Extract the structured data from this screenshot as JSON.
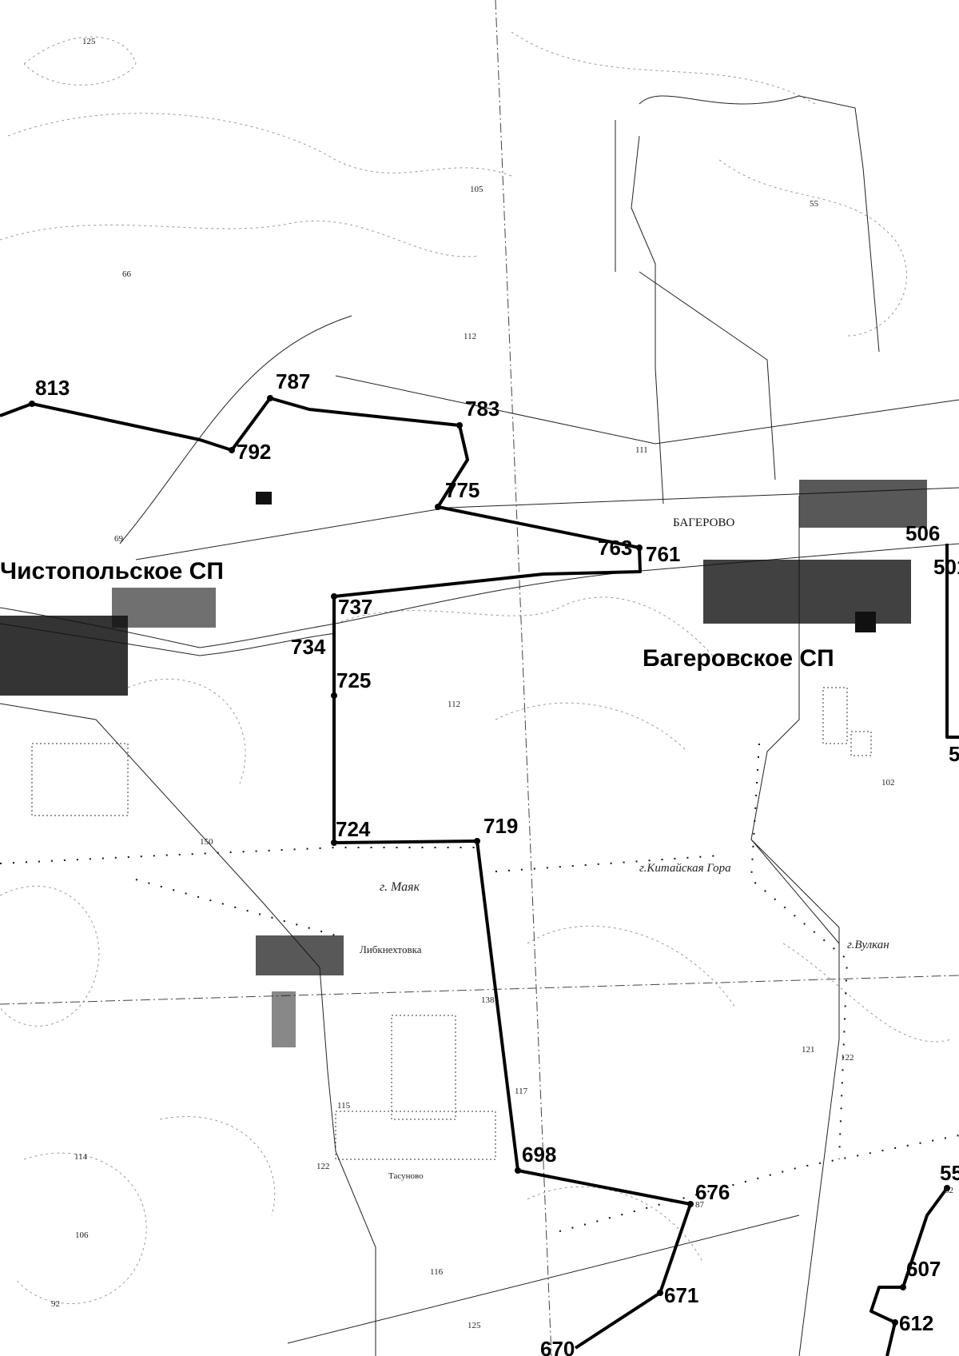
{
  "settlements_sp": [
    {
      "id": "chistopolskoe",
      "label": "Чистопольское СП"
    },
    {
      "id": "bagerovskoe",
      "label": "Багеровское СП"
    }
  ],
  "points": [
    {
      "id": "813",
      "label": "813"
    },
    {
      "id": "787",
      "label": "787"
    },
    {
      "id": "792",
      "label": "792"
    },
    {
      "id": "783",
      "label": "783"
    },
    {
      "id": "775",
      "label": "775"
    },
    {
      "id": "763",
      "label": "763"
    },
    {
      "id": "761",
      "label": "761"
    },
    {
      "id": "737",
      "label": "737"
    },
    {
      "id": "734",
      "label": "734"
    },
    {
      "id": "725",
      "label": "725"
    },
    {
      "id": "724",
      "label": "724"
    },
    {
      "id": "719",
      "label": "719"
    },
    {
      "id": "698",
      "label": "698"
    },
    {
      "id": "676",
      "label": "676"
    },
    {
      "id": "671",
      "label": "671"
    },
    {
      "id": "670",
      "label": "670"
    },
    {
      "id": "607",
      "label": "607"
    },
    {
      "id": "612",
      "label": "612"
    },
    {
      "id": "506",
      "label": "506"
    },
    {
      "id": "501",
      "label": "501"
    },
    {
      "id": "5x",
      "label": "5"
    },
    {
      "id": "55",
      "label": "55"
    }
  ],
  "places": [
    {
      "id": "bagerovo",
      "label": "БАГЕРОВО"
    },
    {
      "id": "mayak",
      "label": "г. Маяк"
    },
    {
      "id": "kitayskaya",
      "label": "г.Китайская Гора"
    },
    {
      "id": "vulkan",
      "label": "г.Вулкан"
    },
    {
      "id": "libknekhtovka",
      "label": "Либкнехтовка"
    },
    {
      "id": "tasunovo",
      "label": "Тасуново"
    }
  ],
  "elevations": [
    "125",
    "105",
    "55",
    "66",
    "112",
    "111",
    "69",
    "112",
    "150",
    "138",
    "117",
    "121",
    "122",
    "115",
    "122",
    "114",
    "106",
    "116",
    "125",
    "92",
    "87",
    "82",
    "102"
  ],
  "colors": {
    "route": "#000000",
    "background": "#ffffff",
    "contour": "#9a9a9a"
  }
}
